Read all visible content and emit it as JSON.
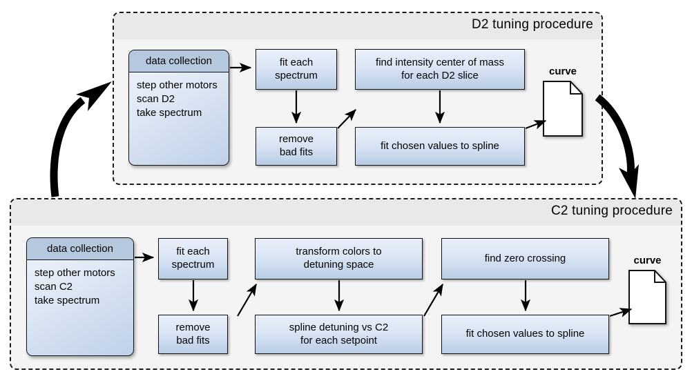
{
  "diagram": {
    "title_hidden": "",
    "accent_box_fill": "#dae5f4",
    "accent_header_fill": "#b6c8de",
    "container_fill": "#f4f4f4",
    "container_title_fill": "#e9e9e9",
    "stroke_color": "#111111"
  },
  "d2": {
    "title": "D2 tuning procedure",
    "data_collection": {
      "header": "data collection",
      "lines": [
        "step other motors",
        "scan D2",
        "take spectrum"
      ]
    },
    "steps": [
      {
        "id": "fit-each-spectrum",
        "lines": [
          "fit each",
          "spectrum"
        ]
      },
      {
        "id": "remove-bad-fits",
        "lines": [
          "remove",
          "bad fits"
        ]
      },
      {
        "id": "find-intensity-center-of-mass",
        "lines": [
          "find intensity center of mass",
          "for each D2 slice"
        ]
      },
      {
        "id": "fit-chosen-values-to-spline",
        "lines": [
          "fit chosen values to spline"
        ]
      }
    ],
    "output": {
      "label": "curve",
      "icon": "document-icon"
    }
  },
  "c2": {
    "title": "C2 tuning procedure",
    "data_collection": {
      "header": "data collection",
      "lines": [
        "step other motors",
        "scan C2",
        "take spectrum"
      ]
    },
    "steps": [
      {
        "id": "fit-each-spectrum",
        "lines": [
          "fit each",
          "spectrum"
        ]
      },
      {
        "id": "remove-bad-fits",
        "lines": [
          "remove",
          "bad fits"
        ]
      },
      {
        "id": "transform-colors-to-detuning-space",
        "lines": [
          "transform colors to",
          "detuning space"
        ]
      },
      {
        "id": "spline-detuning-vs-c2",
        "lines": [
          "spline detuning vs C2",
          "for each setpoint"
        ]
      },
      {
        "id": "find-zero-crossing",
        "lines": [
          "find zero crossing"
        ]
      },
      {
        "id": "fit-chosen-values-to-spline",
        "lines": [
          "fit chosen values to spline"
        ]
      }
    ],
    "output": {
      "label": "curve",
      "icon": "document-icon"
    }
  },
  "loop_arrows": [
    {
      "id": "c2-to-d2",
      "direction": "up-left"
    },
    {
      "id": "d2-to-c2",
      "direction": "down-right"
    }
  ]
}
